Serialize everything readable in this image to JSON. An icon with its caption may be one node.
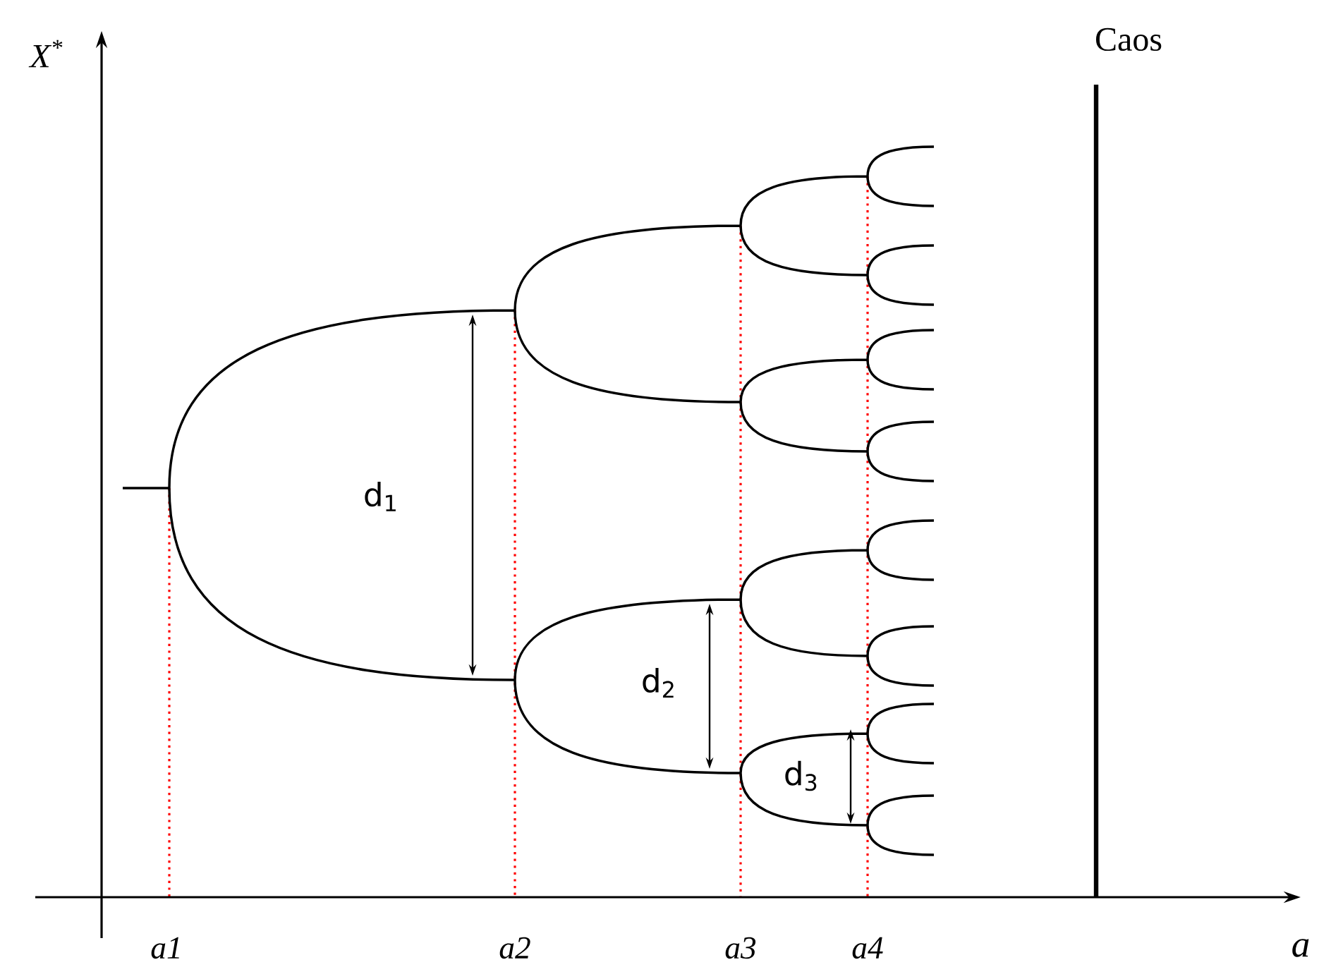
{
  "diagram": {
    "labels": [
      "X$^{*}$",
      "Caos",
      "d$_{1}$",
      "d$_{2}$",
      "d$_{3}$",
      "a1",
      "a2",
      "a3",
      "a4",
      "a"
    ]
  }
}
